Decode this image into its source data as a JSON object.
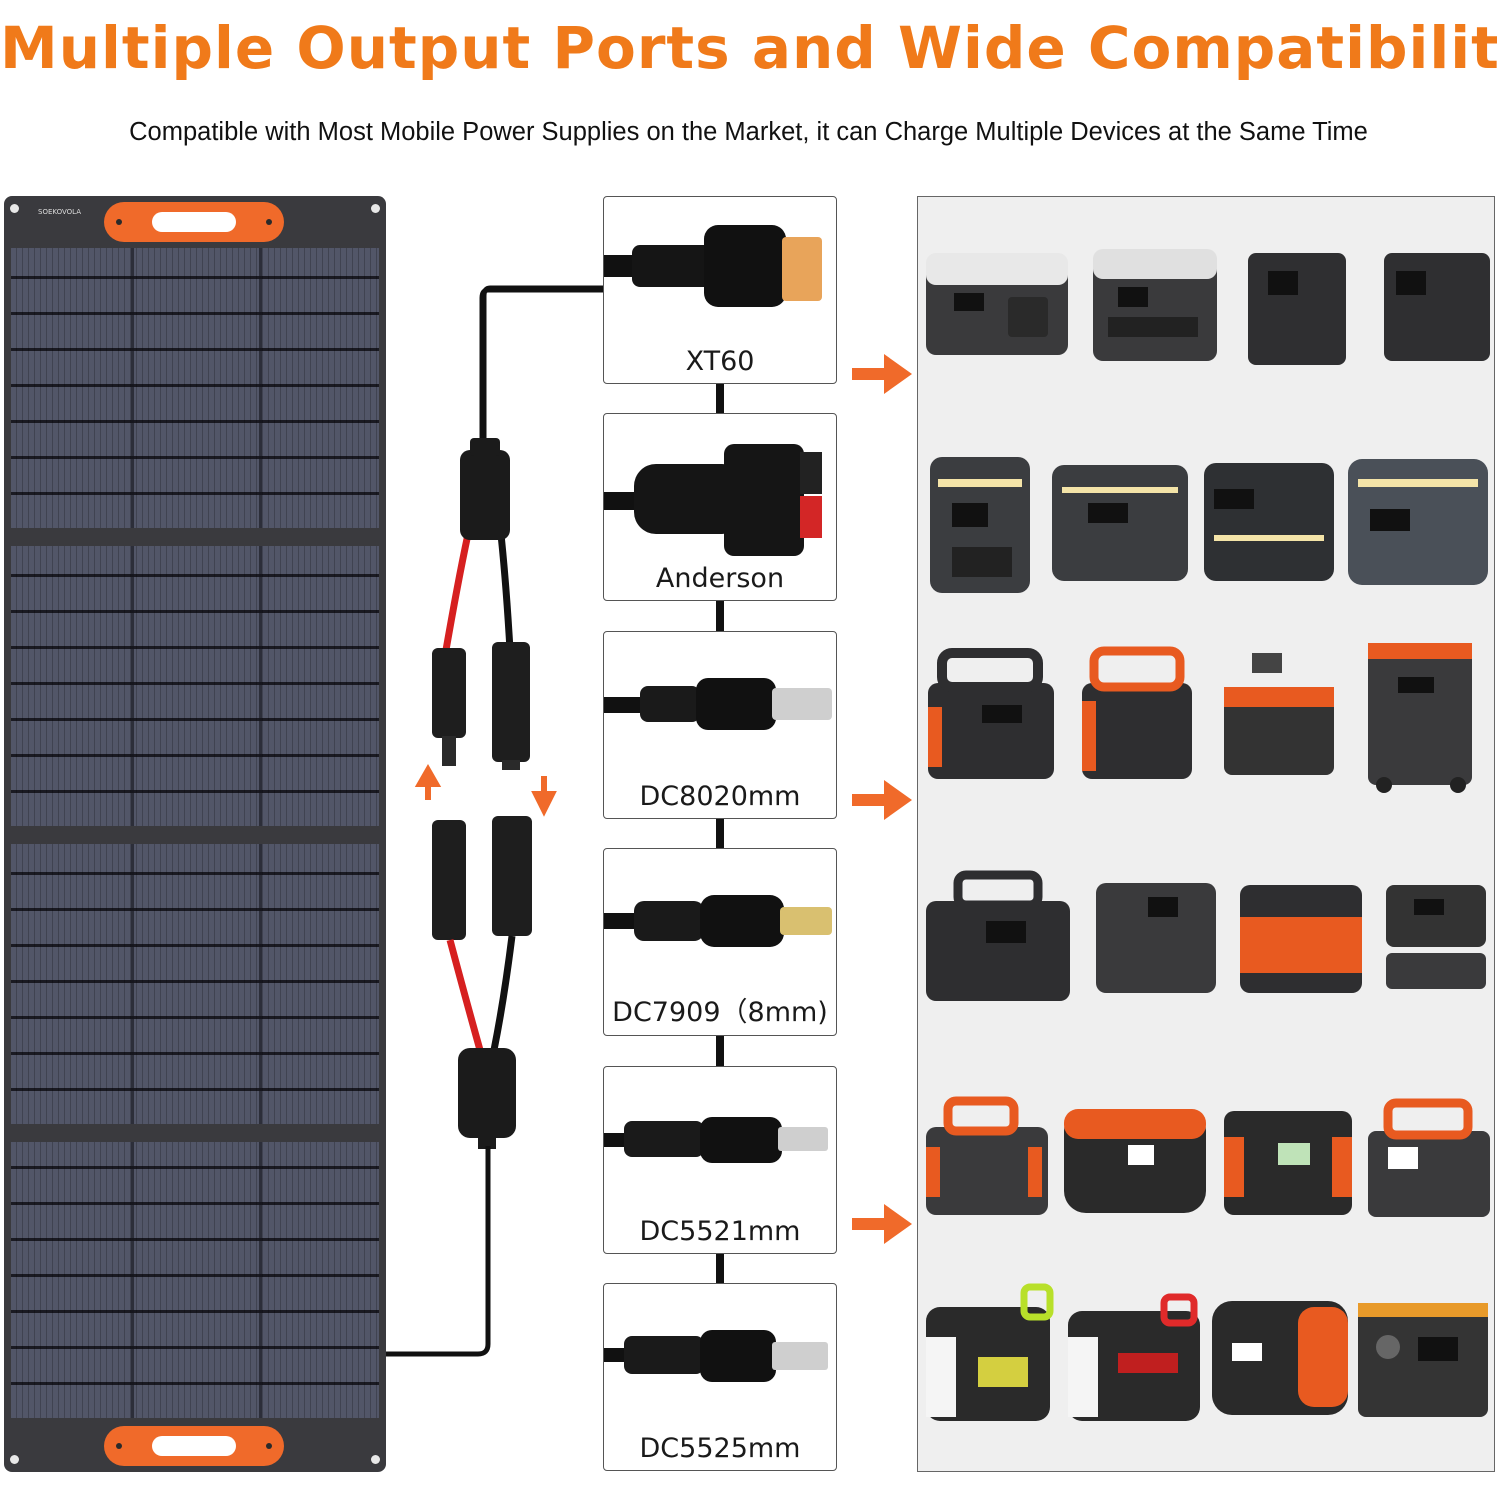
{
  "header": {
    "title": "Multiple Output Ports and Wide Compatibility",
    "subtitle": "Compatible with Most Mobile Power Supplies on the Market, it can Charge Multiple Devices at the Same Time"
  },
  "panel": {
    "brand_label": "SOEKOVOLA"
  },
  "connectors": [
    {
      "label": "XT60"
    },
    {
      "label": "Anderson"
    },
    {
      "label": "DC8020mm"
    },
    {
      "label": "DC7909（8mm)"
    },
    {
      "label": "DC5521mm"
    },
    {
      "label": "DC5525mm"
    }
  ],
  "colors": {
    "accent": "#f07a1a",
    "panel_cell": "#525668",
    "cable_red": "#d62020",
    "cable_black": "#111111"
  },
  "device_icons": "power-station-icon"
}
